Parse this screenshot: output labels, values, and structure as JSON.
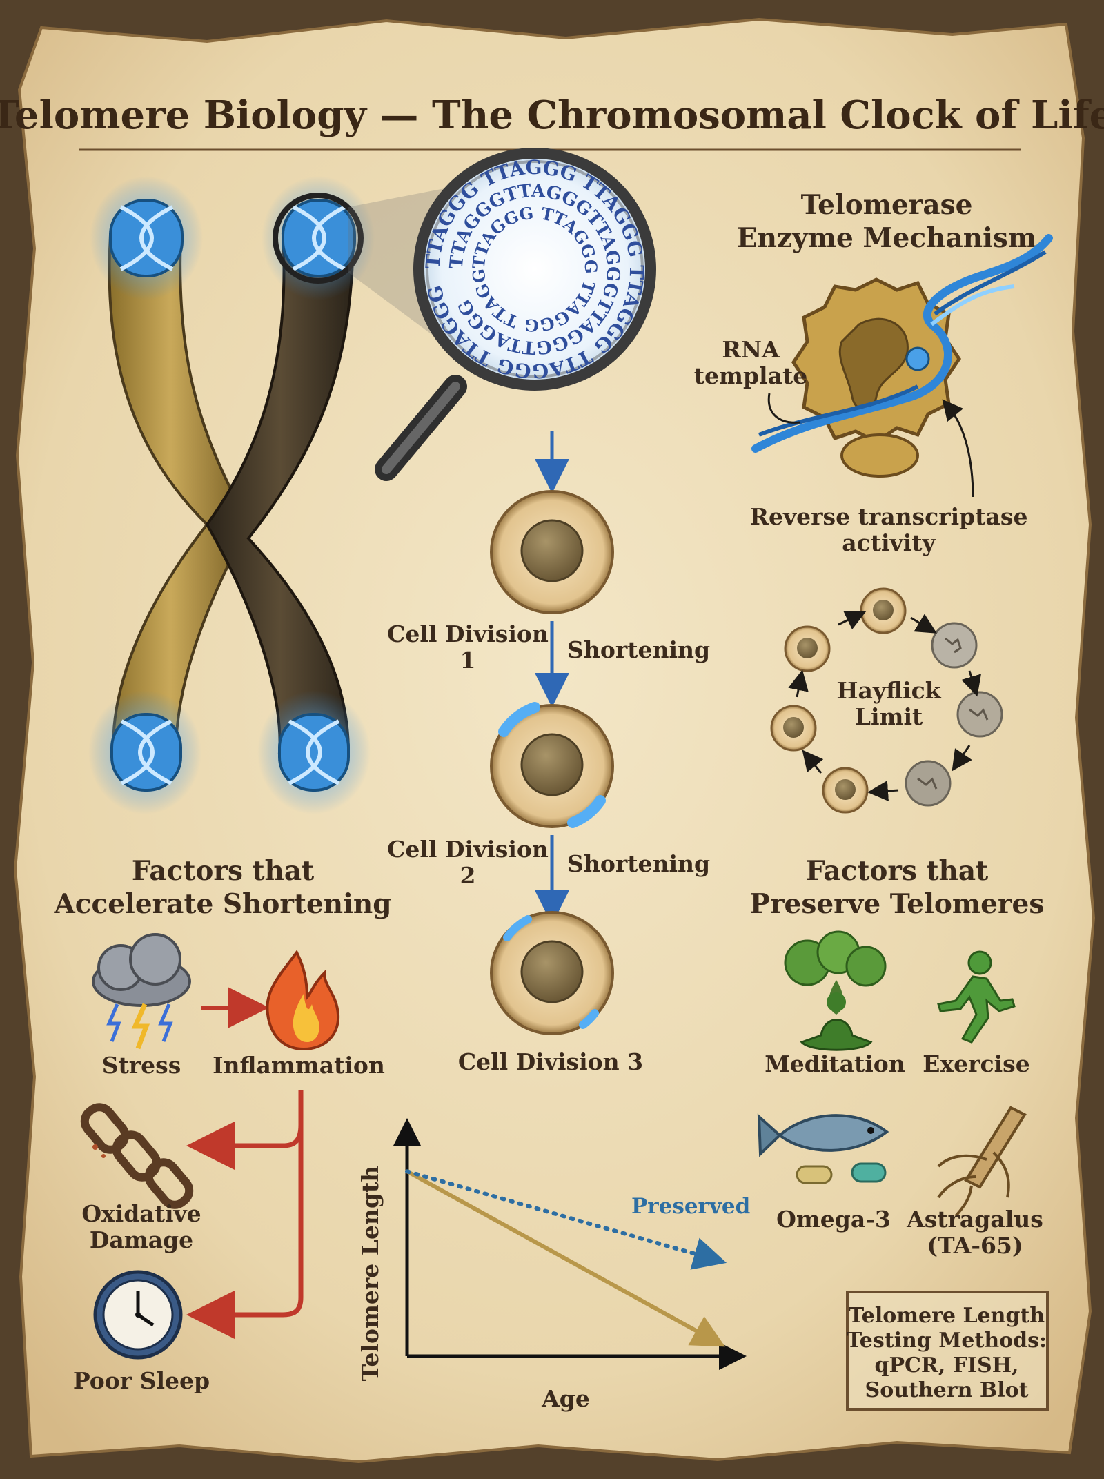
{
  "title": "Telomere Biology — The Chromosomal Clock of Life",
  "magnifier": {
    "sequence_outer": "TTAGGG TTAGGG TTAGGG TTAGGG TTAGGG TTAGGG",
    "sequence_middle": "TTAGGGTTAGGGTTAGGGTTAGGGTTAGGG",
    "sequence_inner": "TTAGGG TTAGGG TTAGGG TTAGGG"
  },
  "cell_division": {
    "division_1": [
      "Cell Division",
      "1"
    ],
    "division_2": [
      "Cell Division",
      "2"
    ],
    "division_3": "Cell Division 3",
    "shortening": "Shortening"
  },
  "telomerase": {
    "title": [
      "Telomerase",
      "Enzyme Mechanism"
    ],
    "rna_template": [
      "RNA",
      "template"
    ],
    "reverse_transcriptase": [
      "Reverse transcriptase",
      "activity"
    ]
  },
  "hayflick": [
    "Hayflick",
    "Limit"
  ],
  "accelerate": {
    "title": [
      "Factors that",
      "Accelerate Shortening"
    ],
    "stress": "Stress",
    "inflammation": "Inflammation",
    "oxidative": [
      "Oxidative",
      "Damage"
    ],
    "sleep": "Poor Sleep"
  },
  "preserve": {
    "title": [
      "Factors that",
      "Preserve Telomeres"
    ],
    "meditation": "Meditation",
    "exercise": "Exercise",
    "omega": "Omega-3",
    "astragalus": [
      "Astragalus",
      "(TA-65)"
    ]
  },
  "chart_data": {
    "type": "line",
    "xlabel": "Age",
    "ylabel": "Telomere Length",
    "series": [
      {
        "name": "",
        "style": "solid",
        "color": "#b8974a",
        "start": 0.85,
        "end": 0.08
      },
      {
        "name": "Preserved",
        "style": "dotted",
        "color": "#2d6ea3",
        "start": 0.85,
        "end": 0.45
      }
    ]
  },
  "testing": [
    "Telomere Length",
    "Testing Methods:",
    "qPCR, FISH,",
    "Southern Blot"
  ],
  "colors": {
    "parchment": "#ecdcb9",
    "telomere_blue": "#3a8fd9",
    "accent_red": "#c0392b",
    "ink": "#3b2a1c"
  }
}
